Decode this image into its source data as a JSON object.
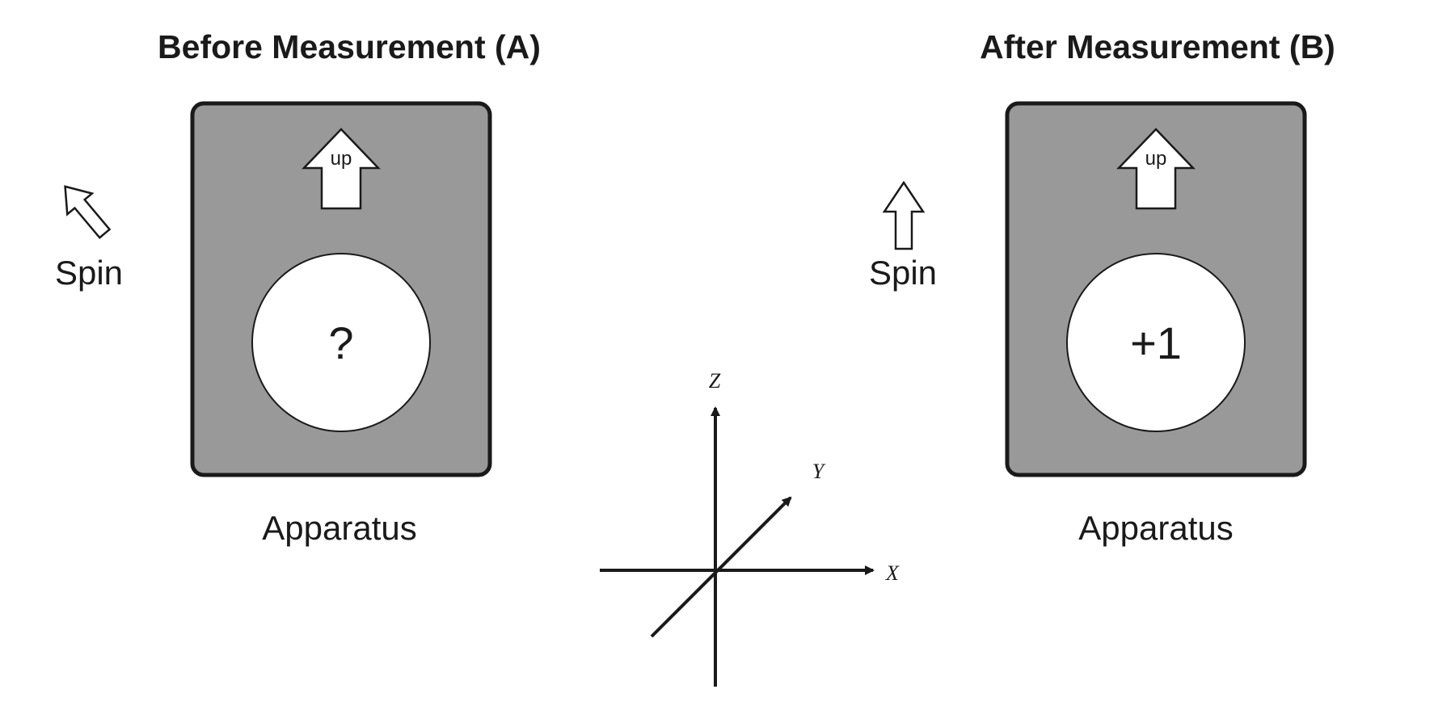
{
  "panel_a": {
    "title": "Before Measurement (A)",
    "spin_label": "Spin",
    "apparatus_label": "Apparatus",
    "direction_label": "up",
    "reading": "?",
    "spin_arrow_icon": "tilted-hollow-arrow-icon"
  },
  "panel_b": {
    "title": "After Measurement (B)",
    "spin_label": "Spin",
    "apparatus_label": "Apparatus",
    "direction_label": "up",
    "reading": "+1",
    "spin_arrow_icon": "upward-hollow-arrow-icon"
  },
  "axes": {
    "z_label": "Z",
    "y_label": "Y",
    "x_label": "X"
  },
  "colors": {
    "apparatus_fill": "#999999",
    "outline": "#1a1a1a",
    "dial_fill": "#ffffff"
  }
}
